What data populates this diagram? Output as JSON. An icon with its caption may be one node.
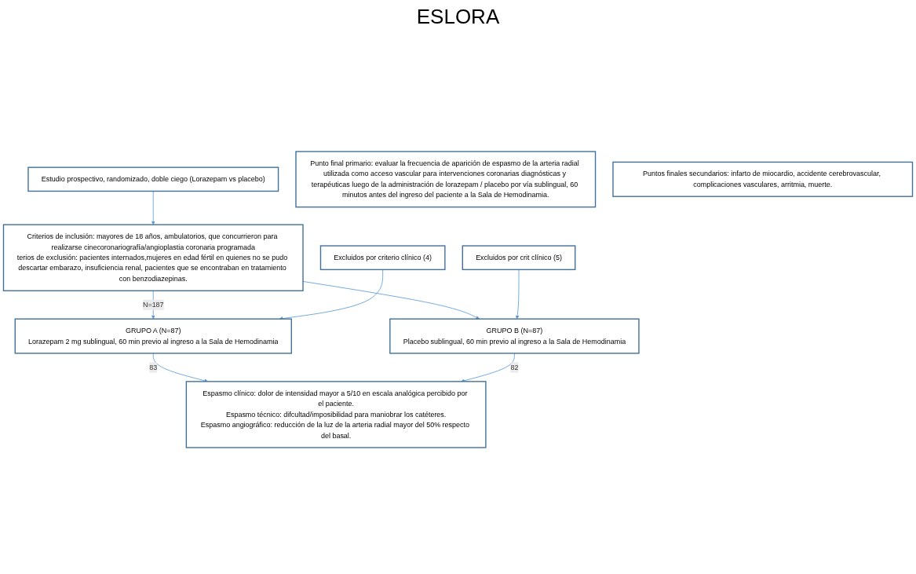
{
  "diagram": {
    "title": "ESLORA",
    "nodes": [
      {
        "text": [
          "Estudio prospectivo, randomizado, doble ciego (Lorazepam vs placebo)"
        ]
      },
      {
        "text": [
          "Criterios de inclusión: mayores de 18 años, ambulatorios, que concurrieron para realizarse cinecoronariografía/angioplastia coronaria programada",
          "terios de exclusión: pacientes internados,mujeres en edad fértil en quienes no se pudo descartar embarazo, insuficiencia renal, pacientes que se encontraban en tratamiento con benzodiazepinas."
        ]
      },
      {
        "text": [
          "GRUPO A (N=87)",
          "Lorazepam 2 mg sublingual, 60 min previo al ingreso a la Sala de Hemodinamia"
        ]
      },
      {
        "text": [
          "GRUPO B (N=87)",
          "Placebo sublingual, 60 min previo al ingreso a la Sala de Hemodinamia"
        ]
      },
      {
        "text": [
          "Excluidos por criterio clínico (4)"
        ]
      },
      {
        "text": [
          "Excluidos por crit clínico (5)"
        ]
      },
      {
        "text": [
          "Espasmo clínico: dolor de intensidad mayor a 5/10 en escala analógica percibido por el paciente.",
          "Espasmo técnico: difcultad/imposibilidad para maniobrar los catéteres.",
          "Espasmo angiográfico: reducción de la luz de la arteria radial mayor del 50% respecto del basal."
        ]
      },
      {
        "text": [
          "Punto final primario: evaluar la frecuencia de aparición de espasmo de la arteria radial utilizada como acceso vascular para intervenciones coronarias diagnósticas y terapéuticas luego de la administración de lorazepam / placebo por vía sublingual, 60 minutos antes del ingreso del paciente a la Sala de Hemodinamia."
        ]
      },
      {
        "text": [
          "Puntos finales secundarios: infarto de miocardio, accidente cerebrovascular, complicaciones vasculares, arritmia, muerte."
        ]
      }
    ],
    "edges": [
      {
        "from": 0,
        "to": 1,
        "arrow": "to"
      },
      {
        "from": 1,
        "to": 2,
        "arrow": "to",
        "label": "N=187"
      },
      {
        "from": 1,
        "to": 3,
        "arrow": "to"
      },
      {
        "from": 4,
        "to": 2,
        "arrow": "to"
      },
      {
        "from": 5,
        "to": 3,
        "arrow": "to"
      },
      {
        "from": 2,
        "to": 6,
        "arrow": "to",
        "label": "83"
      },
      {
        "from": 3,
        "to": 6,
        "arrow": "to",
        "label": "82"
      }
    ]
  }
}
